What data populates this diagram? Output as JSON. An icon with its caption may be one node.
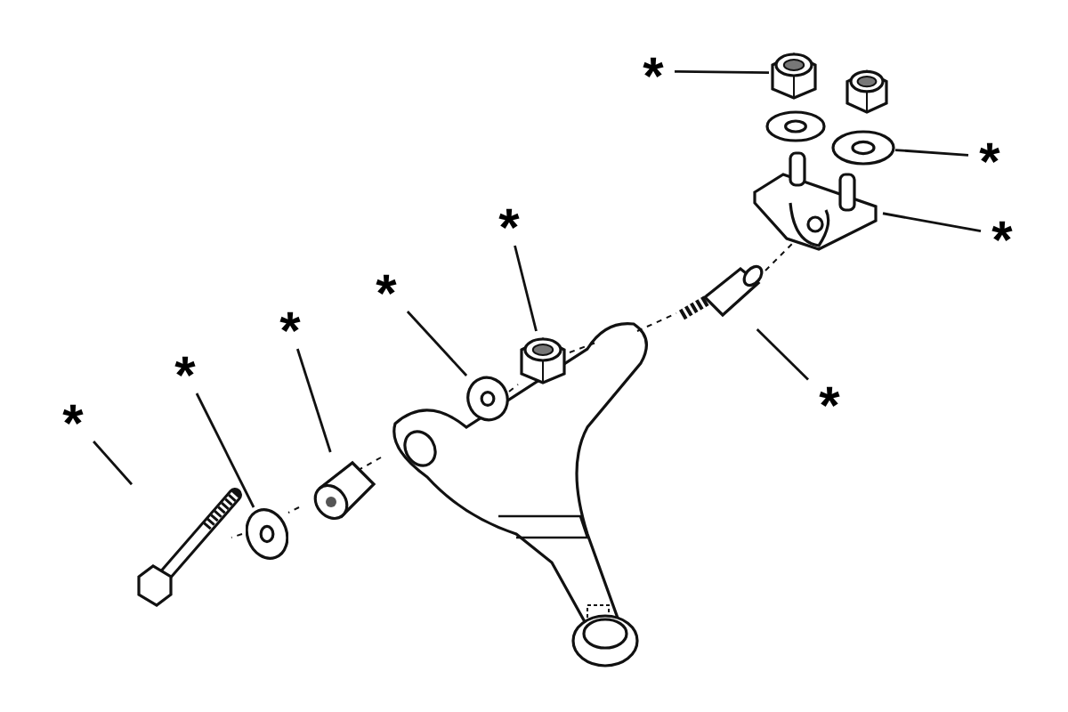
{
  "diagram": {
    "nodes": [
      {
        "text": [
          "*"
        ]
      },
      {
        "text": [
          "*"
        ]
      },
      {
        "text": [
          "*"
        ]
      },
      {
        "text": [
          "*"
        ]
      },
      {
        "text": [
          "*"
        ]
      },
      {
        "text": [
          "*"
        ]
      },
      {
        "text": [
          "*"
        ]
      },
      {
        "text": [
          "*"
        ]
      },
      {
        "text": [
          "*"
        ]
      },
      {
        "text": [],
        "shape": "picture"
      },
      {
        "text": [],
        "shape": "picture"
      },
      {
        "text": [],
        "shape": "picture"
      },
      {
        "text": [],
        "shape": "picture"
      },
      {
        "text": [],
        "shape": "picture"
      },
      {
        "text": [],
        "shape": "picture"
      },
      {
        "text": [],
        "shape": "picture"
      },
      {
        "text": [],
        "shape": "picture"
      },
      {
        "text": [],
        "shape": "picture"
      }
    ],
    "edges": [
      {
        "from": 0,
        "to": 9,
        "arrow": "none"
      },
      {
        "from": 1,
        "to": 10,
        "arrow": "none"
      },
      {
        "from": 2,
        "to": 11,
        "arrow": "none"
      },
      {
        "from": 3,
        "to": 12,
        "arrow": "none"
      },
      {
        "from": 4,
        "to": 13,
        "arrow": "none"
      },
      {
        "from": 5,
        "to": 14,
        "arrow": "none"
      },
      {
        "from": 6,
        "to": 15,
        "arrow": "none"
      },
      {
        "from": 7,
        "to": 16,
        "arrow": "none"
      },
      {
        "from": 8,
        "to": 17,
        "arrow": "none"
      }
    ]
  }
}
